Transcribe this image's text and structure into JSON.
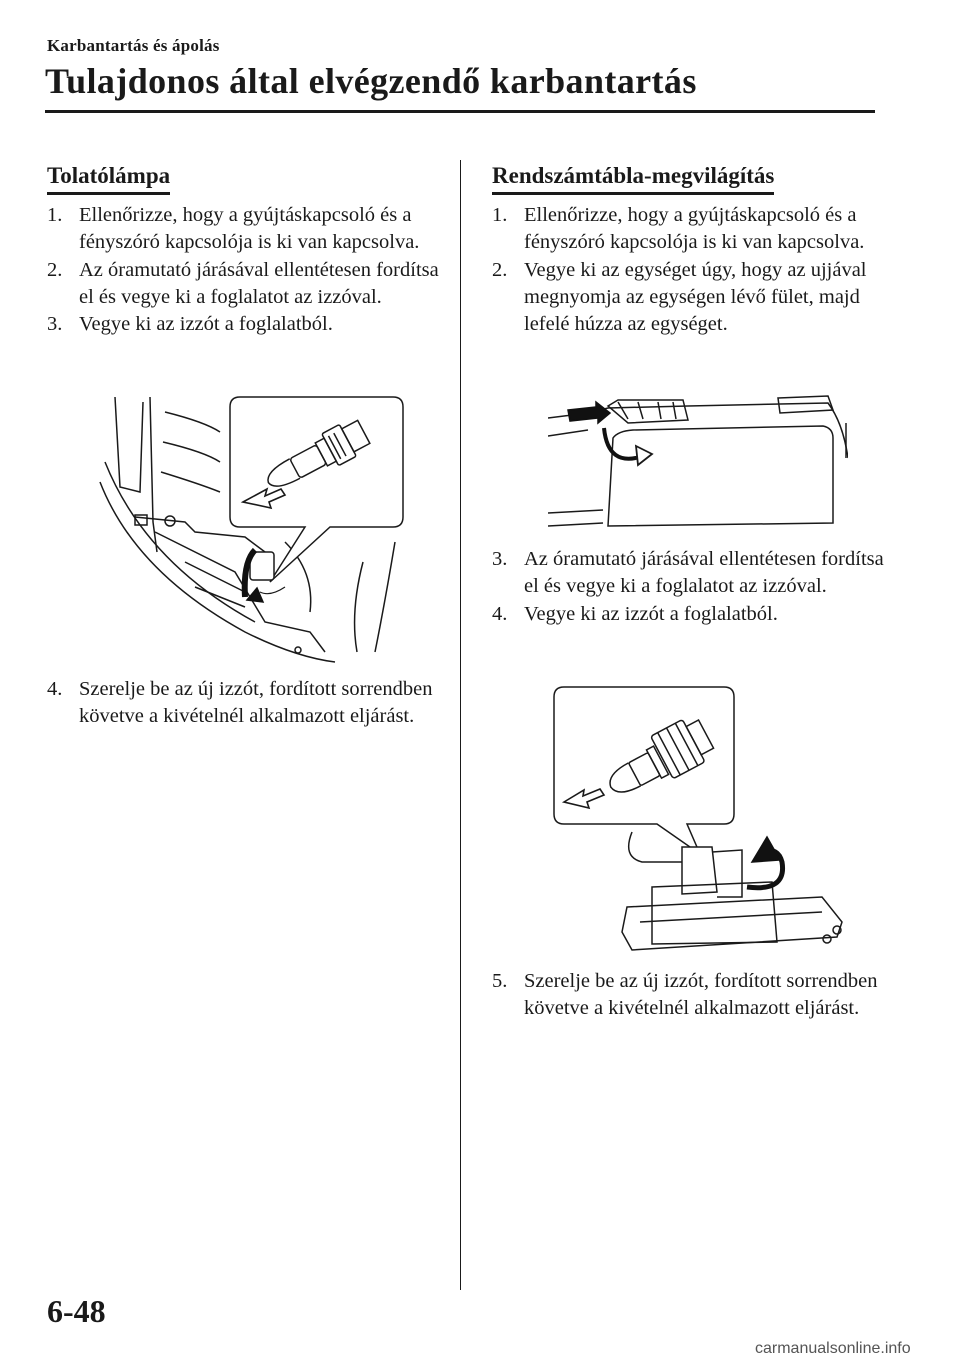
{
  "header": {
    "section": "Karbantartás és ápolás",
    "title": "Tulajdonos által elvégzendő karbantartás"
  },
  "left": {
    "heading": "Tolatólámpa",
    "steps_before": [
      {
        "num": "1.",
        "text": "Ellenőrizze, hogy a gyújtáskapcsoló és a fényszóró kapcsolója is ki van kapcsolva."
      },
      {
        "num": "2.",
        "text": "Az óramutató járásával ellentétesen fordítsa el és vegye ki a foglalatot az izzóval."
      },
      {
        "num": "3.",
        "text": "Vegye ki az izzót a foglalatból."
      }
    ],
    "steps_after": [
      {
        "num": "4.",
        "text": "Szerelje be az új izzót, fordított sorrendben követve a kivételnél alkalmazott eljárást."
      }
    ]
  },
  "right": {
    "heading": "Rendszámtábla-megvilágítás",
    "steps_a": [
      {
        "num": "1.",
        "text": "Ellenőrizze, hogy a gyújtáskapcsoló és a fényszóró kapcsolója is ki van kapcsolva."
      },
      {
        "num": "2.",
        "text": "Vegye ki az egységet úgy, hogy az ujjával megnyomja az egységen lévő fület, majd lefelé húzza az egységet."
      }
    ],
    "steps_b": [
      {
        "num": "3.",
        "text": "Az óramutató járásával ellentétesen fordítsa el és vegye ki a foglalatot az izzóval."
      },
      {
        "num": "4.",
        "text": "Vegye ki az izzót a foglalatból."
      }
    ],
    "steps_c": [
      {
        "num": "5.",
        "text": "Szerelje be az új izzót, fordított sorrendben követve a kivételnél alkalmazott eljárást."
      }
    ]
  },
  "footer": {
    "page_number": "6-48",
    "watermark": "carmanualsonline.info"
  },
  "colors": {
    "ink": "#1a1a1a",
    "arrow": "#111111"
  }
}
